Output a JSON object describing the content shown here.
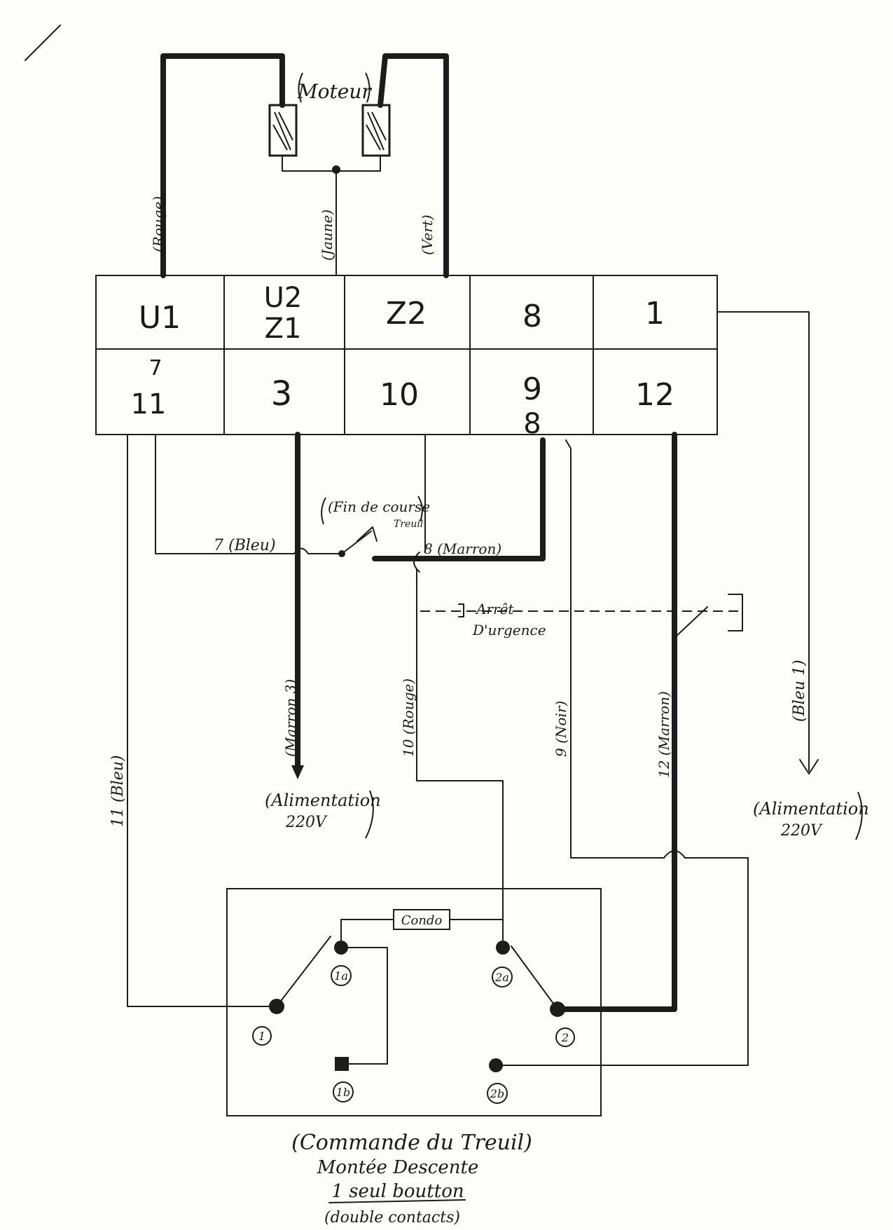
{
  "motor": {
    "label": "Moteur"
  },
  "wire_labels": {
    "rouge_top": "(Rouge)",
    "jaune": "(Jaune)",
    "vert": "(Vert)",
    "bleu7": "7 (Bleu)",
    "marron8": "8 (Marron)",
    "marron3": "(Marron 3)",
    "rouge10": "10 (Rouge)",
    "noir9": "9 (Noir)",
    "marron12": "12 (Marron)",
    "bleu11": "11 (Bleu)",
    "bleu1": "(Bleu 1)"
  },
  "terminal_block": {
    "top_row": [
      {
        "lines": [
          "U1"
        ]
      },
      {
        "lines": [
          "U2",
          "Z1"
        ]
      },
      {
        "lines": [
          "Z2"
        ]
      },
      {
        "lines": [
          "8"
        ]
      },
      {
        "lines": [
          "1"
        ]
      }
    ],
    "bottom_row": [
      {
        "lines": [
          "7",
          "11"
        ]
      },
      {
        "lines": [
          "3"
        ]
      },
      {
        "lines": [
          "10"
        ]
      },
      {
        "lines": [
          "9",
          "8"
        ]
      },
      {
        "lines": [
          "12"
        ]
      }
    ]
  },
  "limit_switch": {
    "line1": "(Fin de course",
    "line2": "Treuil"
  },
  "emergency_stop": {
    "line1": "Arrêt",
    "line2": "D'urgence"
  },
  "power_left": {
    "line1": "(Alimentation",
    "line2": "220V"
  },
  "power_right": {
    "line1": "(Alimentation",
    "line2": "220V"
  },
  "control_box": {
    "condo": "Condo",
    "terminals": {
      "t1": "1",
      "t1a": "1a",
      "t1b": "1b",
      "t2": "2",
      "t2a": "2a",
      "t2b": "2b"
    }
  },
  "caption": {
    "line1": "(Commande du Treuil)",
    "line2": "Montée Descente",
    "line3": "1 seul boutton",
    "line4": "(double contacts)"
  }
}
